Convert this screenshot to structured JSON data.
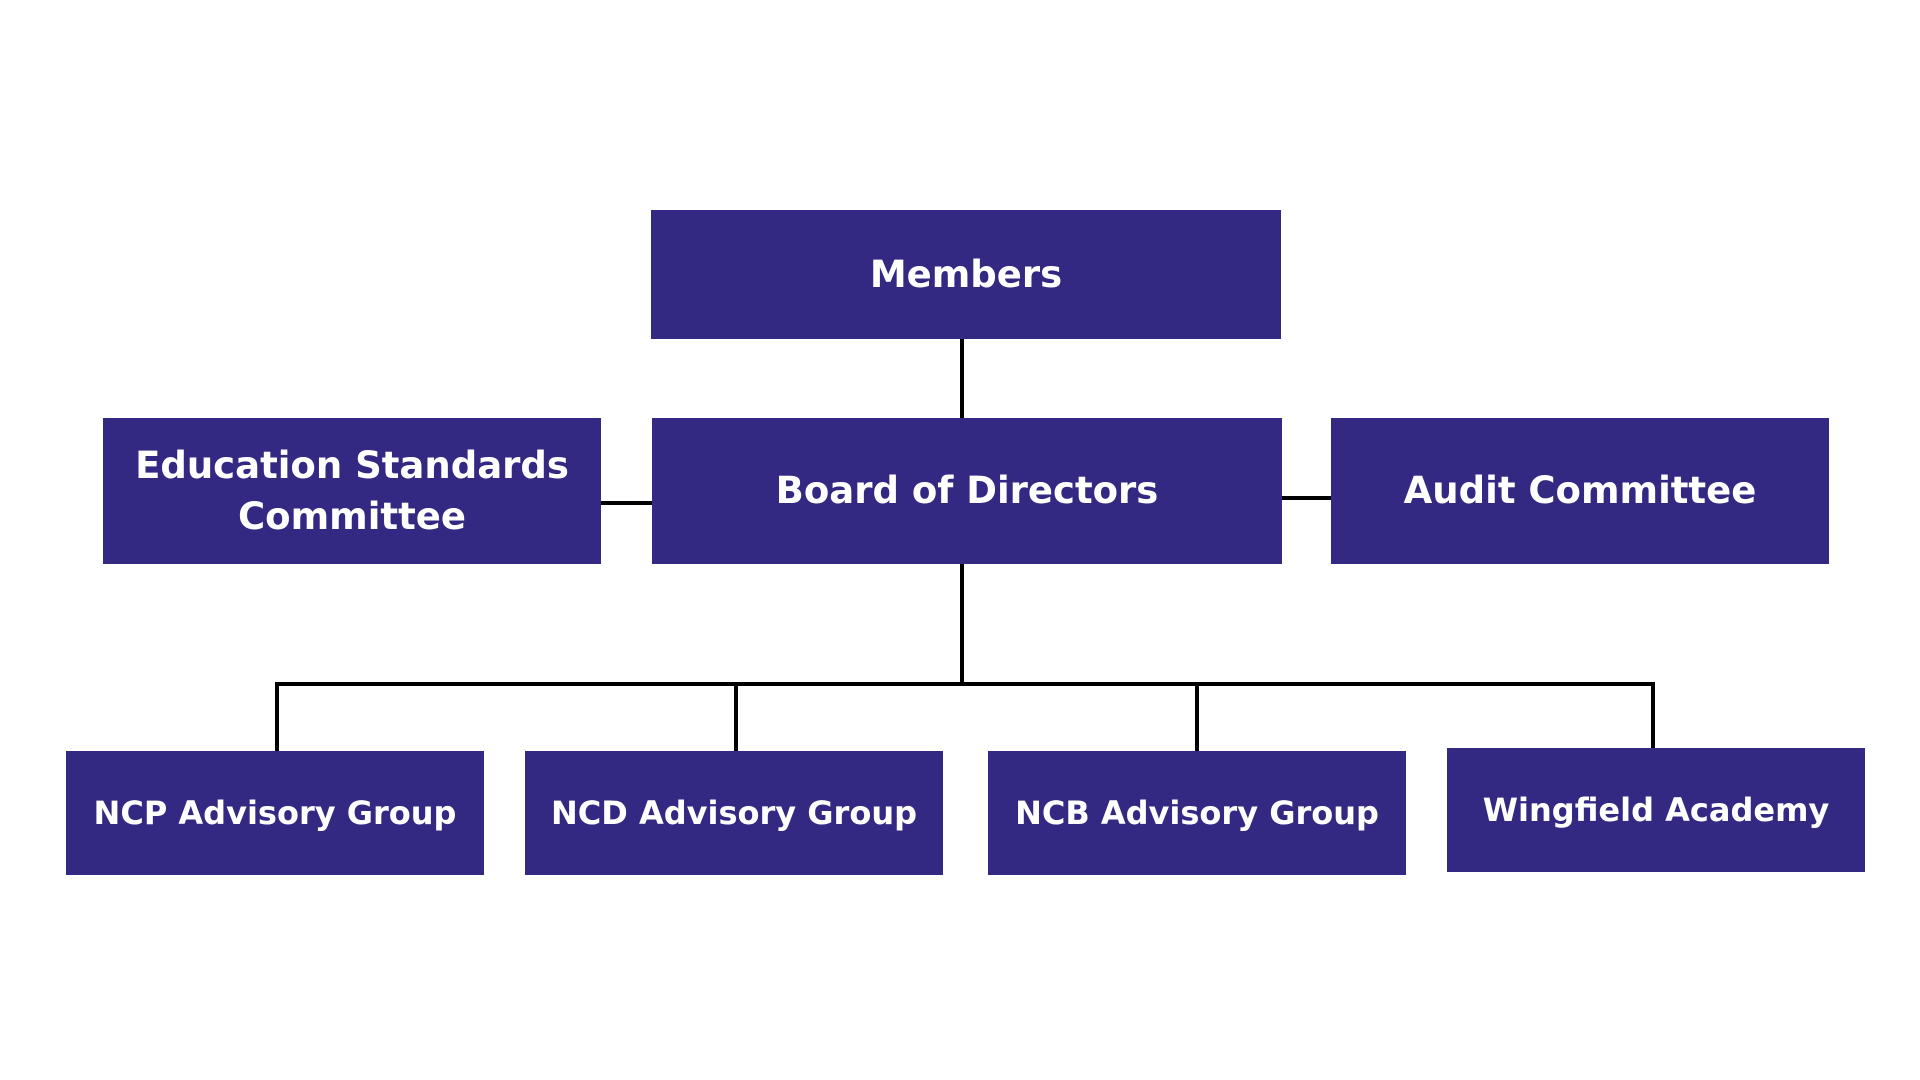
{
  "diagram": {
    "box_color": "#342982",
    "text_color": "#ffffff",
    "line_color": "#000000",
    "nodes": {
      "members": "Members",
      "board": "Board of Directors",
      "education_standards": [
        "Education Standards",
        "Committee"
      ],
      "audit": "Audit Committee",
      "ncp": "NCP Advisory Group",
      "ncd": "NCD Advisory Group",
      "ncb": "NCB Advisory Group",
      "wingfield": "Wingfield Academy"
    }
  }
}
